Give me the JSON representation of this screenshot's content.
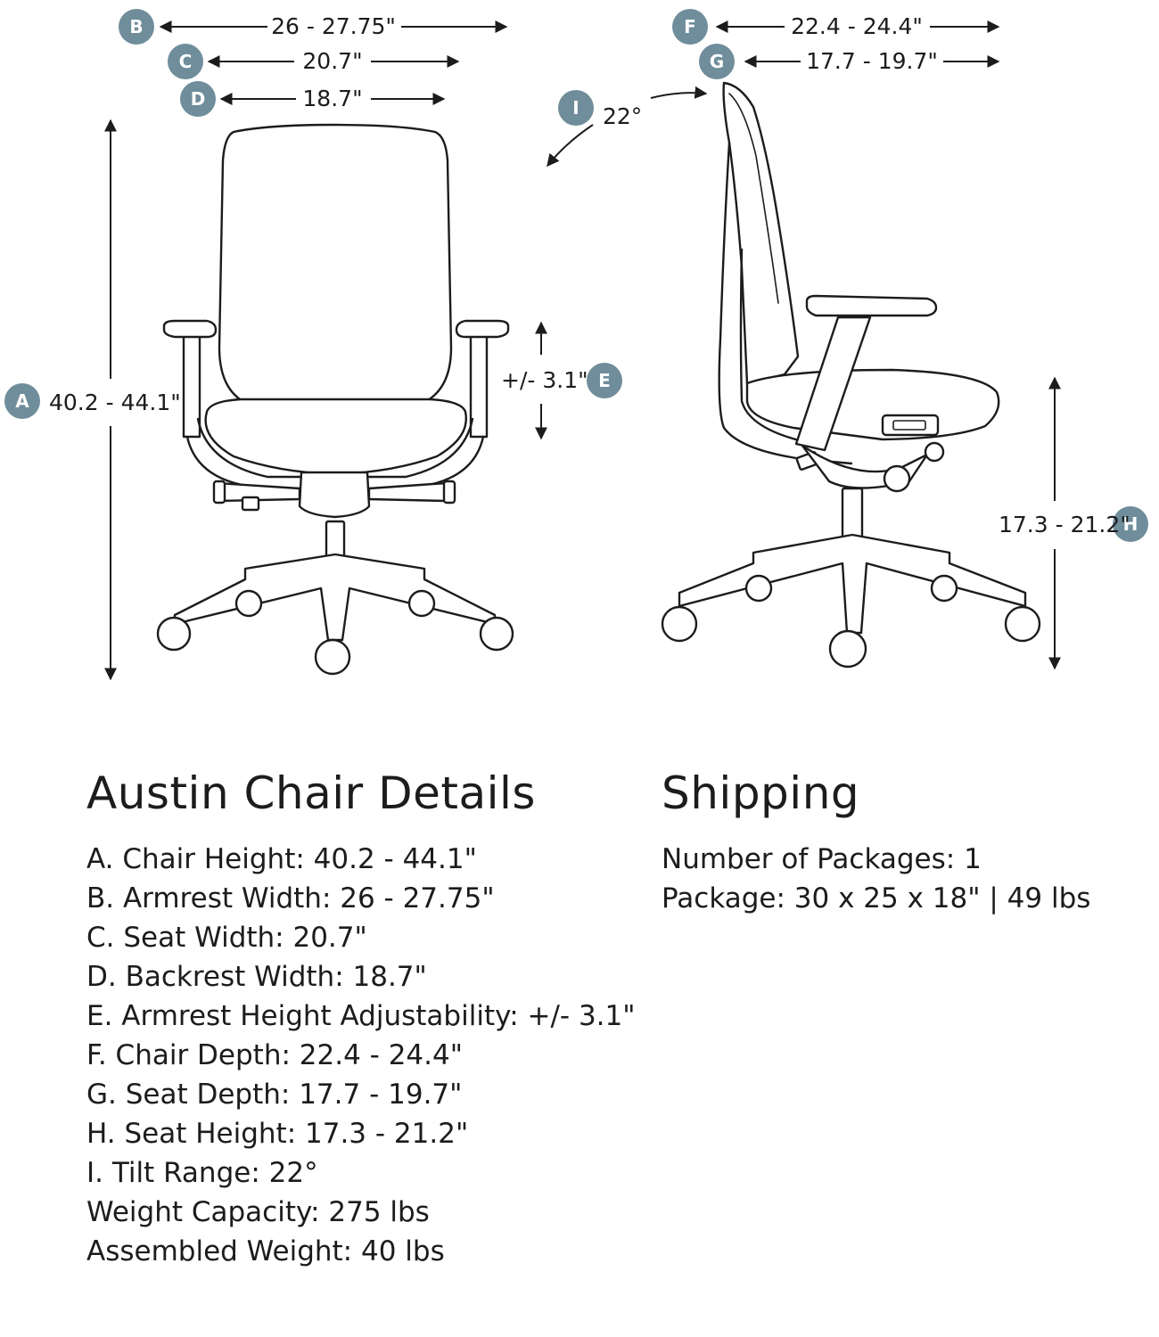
{
  "diagram": {
    "badge_color": "#6f8d9b",
    "line_color": "#1c1c1c",
    "front_view": {
      "dimensions": [
        {
          "badge": "A",
          "label": "40.2 - 44.1\"",
          "icon": "vertical-double-arrow"
        },
        {
          "badge": "B",
          "label": "26 - 27.75\"",
          "icon": "horizontal-double-arrow"
        },
        {
          "badge": "C",
          "label": "20.7\"",
          "icon": "horizontal-double-arrow"
        },
        {
          "badge": "D",
          "label": "18.7\"",
          "icon": "horizontal-double-arrow"
        },
        {
          "badge": "E",
          "label": "+/- 3.1\"",
          "icon": "vertical-double-arrow"
        }
      ]
    },
    "side_view": {
      "dimensions": [
        {
          "badge": "F",
          "label": "22.4 - 24.4\"",
          "icon": "horizontal-double-arrow"
        },
        {
          "badge": "G",
          "label": "17.7 - 19.7\"",
          "icon": "horizontal-double-arrow"
        },
        {
          "badge": "H",
          "label": "17.3 - 21.2\"",
          "icon": "vertical-double-arrow"
        },
        {
          "badge": "I",
          "label": "22°",
          "icon": "curved-tilt-arrow"
        }
      ]
    }
  },
  "details": {
    "title": "Austin Chair Details",
    "items": [
      "A. Chair Height: 40.2 - 44.1\"",
      "B. Armrest Width: 26 - 27.75\"",
      "C. Seat Width: 20.7\"",
      "D. Backrest Width: 18.7\"",
      "E. Armrest Height Adjustability: +/- 3.1\"",
      "F. Chair Depth: 22.4 - 24.4\"",
      "G. Seat Depth: 17.7 - 19.7\"",
      "H. Seat Height: 17.3 - 21.2\"",
      "I. Tilt Range: 22°",
      "Weight Capacity: 275 lbs",
      "Assembled Weight: 40 lbs"
    ]
  },
  "shipping": {
    "title": "Shipping",
    "items": [
      "Number of Packages: 1",
      "Package: 30 x 25 x 18\" | 49 lbs"
    ]
  }
}
